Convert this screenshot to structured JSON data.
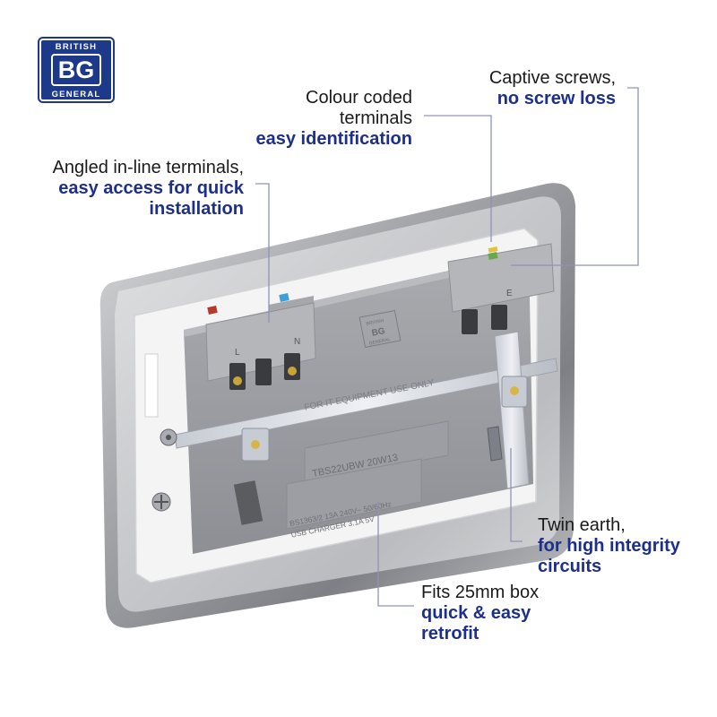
{
  "logo": {
    "top_text": "BRITISH",
    "mark": "BG",
    "bottom_text": "GENERAL"
  },
  "callouts": {
    "captive_screws": {
      "line1": "Captive screws,",
      "line2": "no screw loss"
    },
    "colour_coded": {
      "line1": "Colour coded",
      "line2": "terminals",
      "line3": "easy identification"
    },
    "angled_terminals": {
      "line1": "Angled in-line terminals,",
      "line2": "easy access for quick",
      "line3": "installation"
    },
    "twin_earth": {
      "line1": "Twin earth,",
      "line2": "for high integrity",
      "line3": "circuits"
    },
    "box_fit": {
      "line1": "Fits 25mm box",
      "line2": "quick & easy",
      "line3": "retrofit"
    }
  },
  "product_markings": {
    "terminal_l": "L",
    "terminal_n": "N",
    "terminal_e": "E",
    "model": "TBS22UBW 20W13",
    "rating_line1": "BS1363/2 13A 240V~ 50/60Hz",
    "rating_line2": "USB CHARGER 3.1A 5V",
    "equipment_note": "FOR IT EQUIPMENT USE ONLY",
    "badge_top": "BRITISH",
    "badge_mid": "BG",
    "badge_bottom": "GENERAL"
  },
  "colors": {
    "brand_blue": "#1d3a8a",
    "accent_text": "#1d2f8c",
    "plate_grey": "#9a9ca1",
    "leader_line": "#8f93b8"
  }
}
